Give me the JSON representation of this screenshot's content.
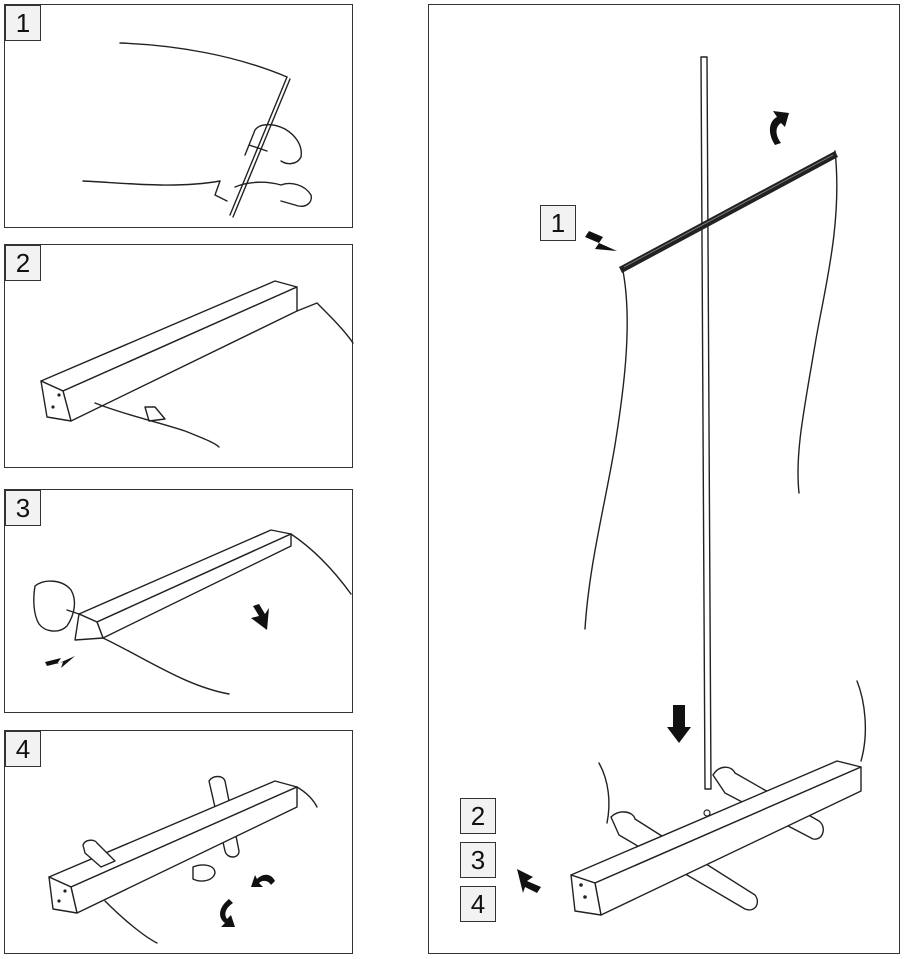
{
  "steps": {
    "s1": "1",
    "s2": "2",
    "s3": "3",
    "s4": "4"
  },
  "main": {
    "label_1": "1",
    "label_2": "2",
    "label_3": "3",
    "label_4": "4"
  },
  "colors": {
    "line": "#222222",
    "label_bg": "#f2f2f2"
  },
  "icons": [
    "hand-icon",
    "arrow-icon",
    "curved-arrow-icon"
  ]
}
